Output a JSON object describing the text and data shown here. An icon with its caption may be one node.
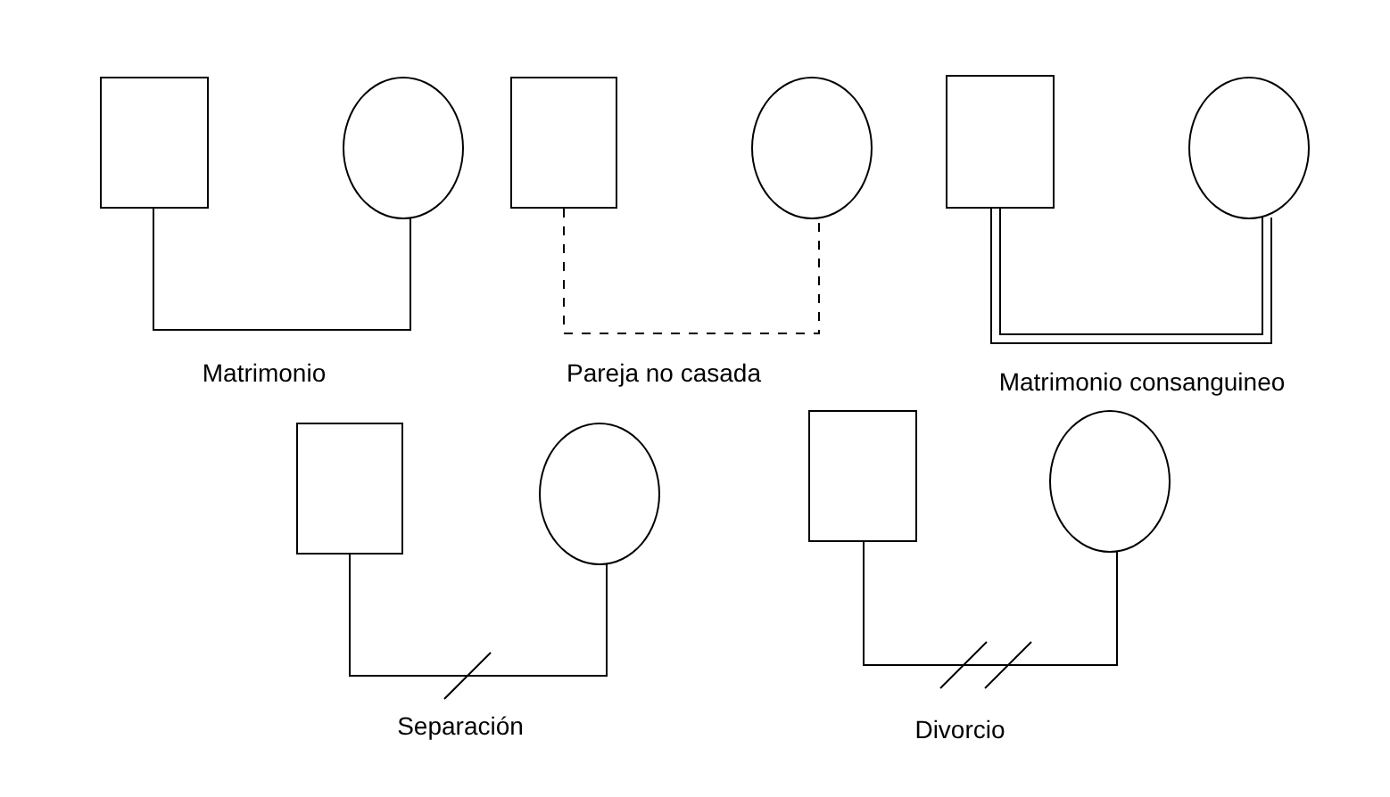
{
  "diagram": {
    "nodes": [
      {
        "text": [],
        "shape": "box"
      },
      {
        "text": [],
        "shape": "circle"
      },
      {
        "text": [],
        "shape": "box"
      },
      {
        "text": [],
        "shape": "circle"
      },
      {
        "text": [],
        "shape": "box"
      },
      {
        "text": [],
        "shape": "circle"
      },
      {
        "text": [],
        "shape": "box"
      },
      {
        "text": [],
        "shape": "circle"
      },
      {
        "text": [],
        "shape": "box"
      },
      {
        "text": [],
        "shape": "circle"
      }
    ],
    "edges": [
      {
        "from": 0,
        "to": 1,
        "arrow": "none",
        "label": "Matrimonio"
      },
      {
        "from": 2,
        "to": 3,
        "arrow": "none",
        "style": "dashed",
        "label": "Pareja no casada"
      },
      {
        "from": 4,
        "to": 5,
        "arrow": "none",
        "style": "thick",
        "label": "Matrimonio consanguineo"
      },
      {
        "from": 6,
        "to": 7,
        "arrow": "none",
        "label": "Separación"
      },
      {
        "from": 8,
        "to": 9,
        "arrow": "none",
        "label": "Divorcio"
      }
    ]
  }
}
